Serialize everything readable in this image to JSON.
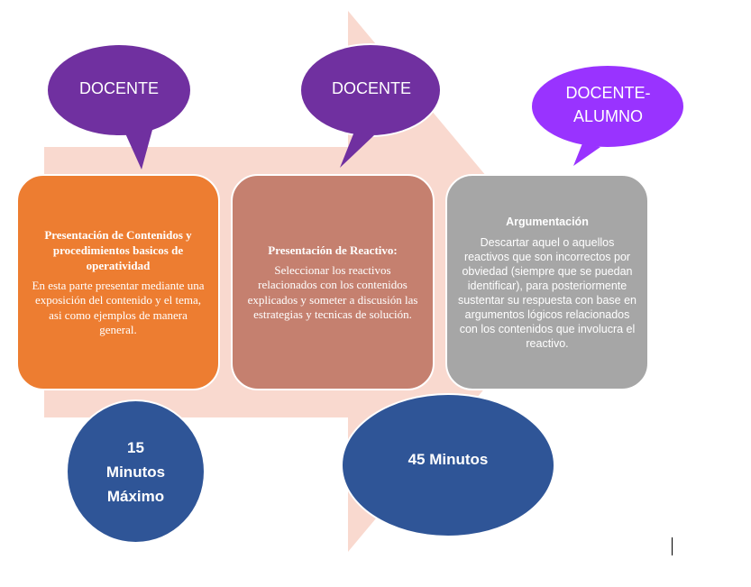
{
  "colors": {
    "arrow": "#f9d9cf",
    "bubble_docente": "#7030a0",
    "bubble_docente_alumno": "#9933ff",
    "card_1": "#ed7d31",
    "card_2": "#c5806f",
    "card_3": "#a6a6a6",
    "time_circle": "#2f5597"
  },
  "bubbles": [
    {
      "label": "DOCENTE"
    },
    {
      "label": "DOCENTE"
    },
    {
      "label_line1": "DOCENTE-",
      "label_line2": "ALUMNO"
    }
  ],
  "cards": [
    {
      "title": "Presentación de Contenidos y procedimientos basicos de operatividad",
      "body": "En esta parte presentar mediante una exposición del contenido y el tema, asi como ejemplos de manera general."
    },
    {
      "title": "Presentación de Reactivo:",
      "body": "Seleccionar los reactivos relacionados con los contenidos explicados y someter a discusión las estrategias y tecnicas de solución."
    },
    {
      "title": "Argumentación",
      "body": "Descartar aquel o aquellos reactivos que son incorrectos por obviedad (siempre que se puedan identificar), para posteriormente sustentar su respuesta con base en argumentos lógicos relacionados con los contenidos que involucra el reactivo."
    }
  ],
  "times": [
    {
      "line1": "15",
      "line2": "Minutos",
      "line3": "Máximo"
    },
    {
      "label": "45 Minutos"
    }
  ]
}
